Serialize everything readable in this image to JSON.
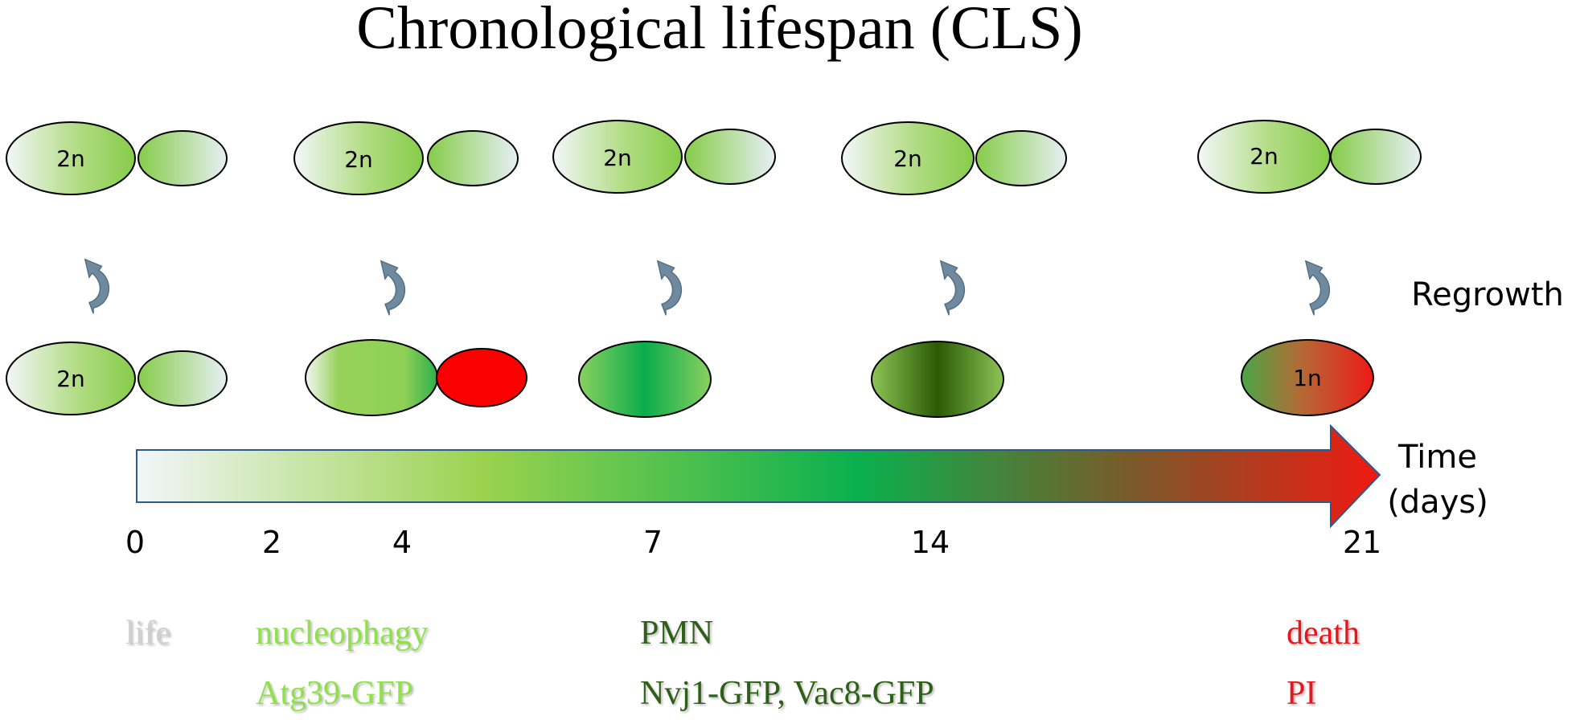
{
  "title": "Chronological lifespan (CLS)",
  "labels": {
    "regrowth": "Regrowth",
    "time_line1": "Time",
    "time_line2": "(days)"
  },
  "ploidy": {
    "diploid": "2n",
    "haploid": "1n"
  },
  "timeline": {
    "ticks": [
      "0",
      "2",
      "4",
      "7",
      "14",
      "21"
    ]
  },
  "legend": {
    "life": "life",
    "nucleophagy": "nucleophagy",
    "atg39": "Atg39-GFP",
    "pmn": "PMN",
    "nvj1": "Nvj1-GFP, Vac8-GFP",
    "death": "death",
    "pi": "PI"
  },
  "colors": {
    "life": "#d0d0d0",
    "nucleophagy": "#8fe04a",
    "pmn": "#2f5e12",
    "death": "#e8131a",
    "arrow_start": "#f2f6fa",
    "arrow_mid_light": "#9ad24e",
    "arrow_mid": "#0ab04e",
    "arrow_end": "#ee1a12"
  }
}
